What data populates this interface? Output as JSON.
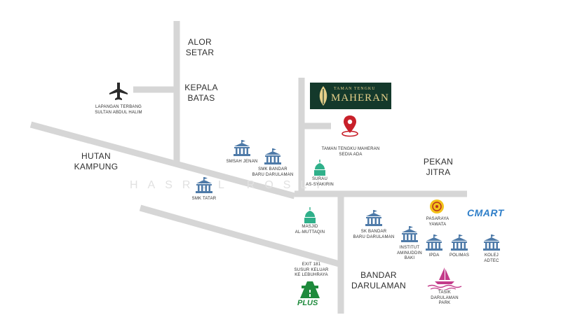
{
  "places": {
    "alor_setar": [
      "ALOR",
      "SETAR"
    ],
    "kepala_batas": [
      "KEPALA",
      "BATAS"
    ],
    "hutan_kampung": [
      "HUTAN",
      "KAMPUNG"
    ],
    "pekan_jitra": [
      "PEKAN",
      "JITRA"
    ],
    "bandar_darulaman": [
      "BANDAR",
      "DARULAMAN"
    ]
  },
  "landmarks": {
    "airport": [
      "LAPANGAN TERBANG",
      "SULTAN ABDUL HALIM"
    ],
    "smsah_jenan": [
      "SMSAH JENAN"
    ],
    "smk_bandar_baru": [
      "SMK BANDAR",
      "BARU DARULAMAN"
    ],
    "surau": [
      "SURAU",
      "AS-SYAKIRIN"
    ],
    "taman_tengku": [
      "TAMAN TENGKU MAHERAN",
      "SEDIA ADA"
    ],
    "smk_tatar": [
      "SMK TATAR"
    ],
    "masjid": [
      "MASJID",
      "AL-MUTTAQIN"
    ],
    "sk_bandar_baru": [
      "SK BANDAR",
      "BARU DARULAMAN"
    ],
    "pasaraya": [
      "PASARAYA",
      "YAWATA"
    ],
    "institut": [
      "INSTITUT",
      "AMINUDDIN",
      "BAKI"
    ],
    "ipda": [
      "IPDA"
    ],
    "polimas": [
      "POLIMAS"
    ],
    "kolej": [
      "KOLEJ",
      "ADTEC"
    ],
    "exit": [
      "EXIT 181",
      "SUSUR KELUAR",
      "KE LEBUHRAYA"
    ],
    "tasik": [
      "TASIK",
      "DARULAMAN",
      "PARK"
    ]
  },
  "logo": {
    "small": "TAMAN TENGKU",
    "main": "MAHERAN"
  },
  "brands": {
    "cmart": "CMART",
    "plus": "PLUS"
  },
  "watermark": "HASRUL ROSLI",
  "colors": {
    "road": "#d6d6d6",
    "building": "#4e7aa8",
    "mosque": "#2fb08a",
    "pin": "#c8202a",
    "logo_bg": "#14392b",
    "logo_gold": "#e6d08a",
    "plus_green": "#1e8a3c",
    "lake": "#c33b8a"
  }
}
